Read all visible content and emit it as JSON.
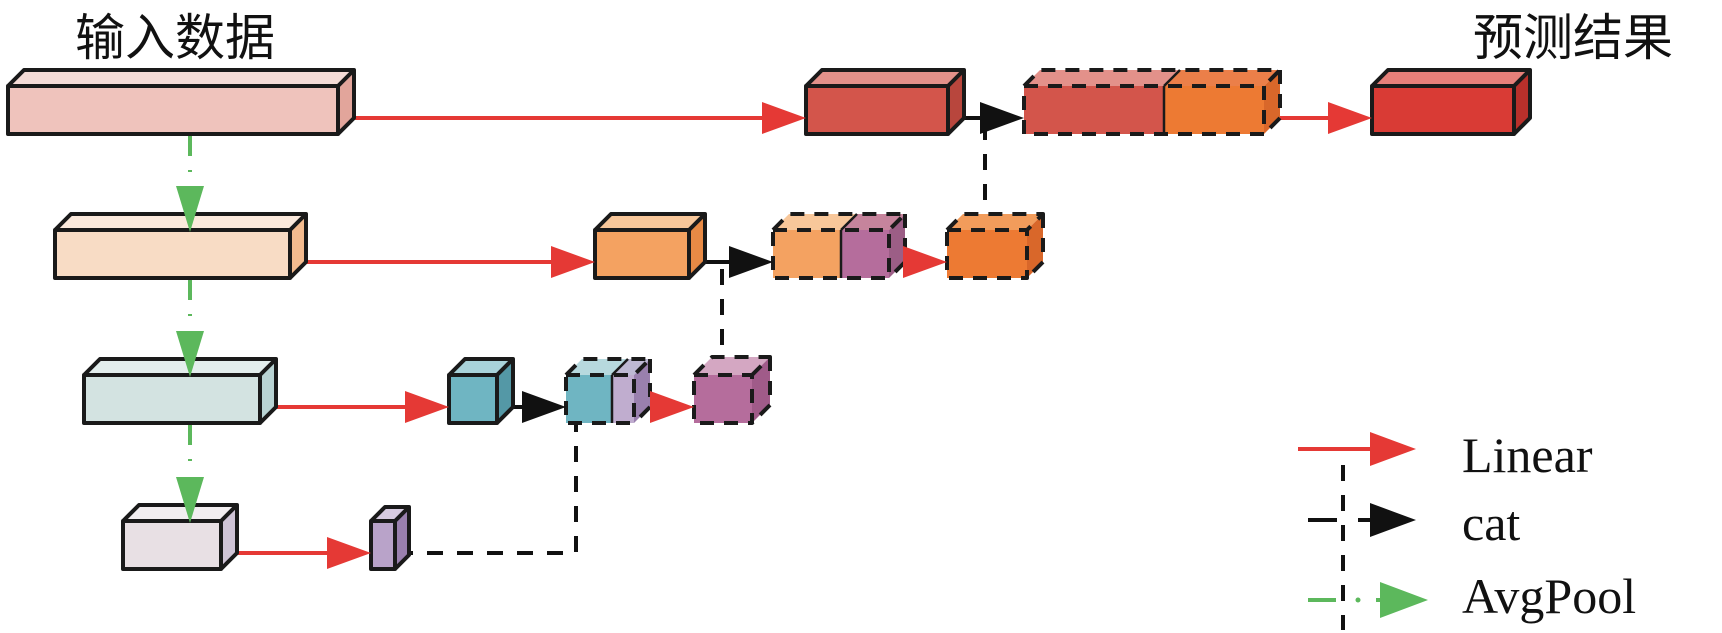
{
  "titles": {
    "input": "输入数据",
    "output": "预测结果"
  },
  "legend": [
    {
      "label": "Linear",
      "style": "solid",
      "color": "#e53935"
    },
    {
      "label": "cat",
      "style": "dashed",
      "color": "#111111"
    },
    {
      "label": "AvgPool",
      "style": "dash-dot",
      "color": "#5cb85c"
    }
  ],
  "colors": {
    "linear": "#e53935",
    "cat": "#111111",
    "avgpool": "#5cb85c",
    "outline": "#1a1a1a"
  },
  "nodes": [
    {
      "id": "input-level1",
      "front": "#efc3bc",
      "top": "#f5dcd7",
      "side": "#e2a59b",
      "dashed": false
    },
    {
      "id": "input-level2",
      "front": "#f8dcc5",
      "top": "#fbe9dc",
      "side": "#f3bb8f",
      "dashed": false
    },
    {
      "id": "input-level3",
      "front": "#d3e3e1",
      "top": "#e3eeed",
      "side": "#b9d3d3",
      "dashed": false
    },
    {
      "id": "input-level4",
      "front": "#e8e0e4",
      "top": "#f2eef0",
      "side": "#cfc4d6",
      "dashed": false
    },
    {
      "id": "linear-level1",
      "front": "#d3554b",
      "top": "#e3918a",
      "side": "#b8463d",
      "dashed": false
    },
    {
      "id": "linear-level2",
      "front": "#f4a261",
      "top": "#f8c79a",
      "side": "#e88a45",
      "dashed": false
    },
    {
      "id": "linear-level3",
      "front": "#6fb5c2",
      "top": "#a9d3da",
      "side": "#5498a6",
      "dashed": false
    },
    {
      "id": "linear-level4",
      "front": "#b9a3c9",
      "top": "#d7cbe0",
      "side": "#9a80ae",
      "dashed": false
    },
    {
      "id": "cat-level3",
      "front": "#6fb5c2",
      "top": "#b7d9de",
      "side": "#9a80ae",
      "part2": "#c0adcf",
      "dashed": true
    },
    {
      "id": "merged-level3",
      "front": "#b56d9c",
      "top": "#d4a7c2",
      "side": "#a05b89",
      "dashed": true
    },
    {
      "id": "cat-level2",
      "front": "#f4a261",
      "top": "#f8c79a",
      "side": "#9c5e86",
      "part2": "#b56d9c",
      "dashed": true
    },
    {
      "id": "merged-level2",
      "front": "#ed7a33",
      "top": "#f29c5b",
      "side": "#d9672a",
      "dashed": true
    },
    {
      "id": "cat-level1",
      "front": "#d3554b",
      "top": "#e3918a",
      "side": "#d9672a",
      "part2": "#ed7a33",
      "dashed": true
    },
    {
      "id": "output",
      "front": "#d93b35",
      "top": "#e6807a",
      "side": "#b8302b",
      "dashed": false
    }
  ]
}
